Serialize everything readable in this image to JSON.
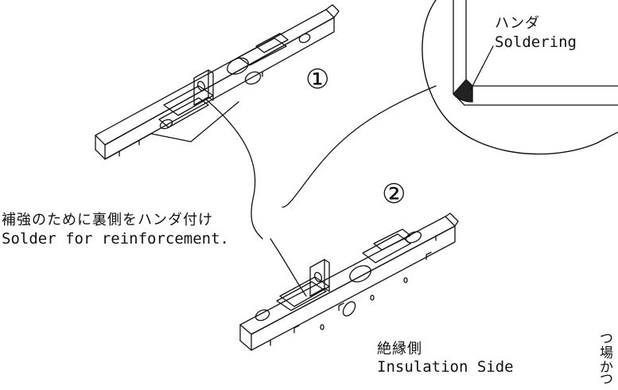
{
  "parts": [
    {
      "marker": "①"
    },
    {
      "marker": "②"
    }
  ],
  "detail": {
    "label_jp": "ハンダ",
    "label_en": "Soldering"
  },
  "annotation": {
    "jp": "補強のために裏側をハンダ付け",
    "en": "Solder for reinforcement."
  },
  "insulation": {
    "jp": "絶縁側",
    "en": "Insulation Side"
  },
  "edge_fragment": {
    "line1": "つ",
    "line2": "場",
    "line3": "か",
    "line4": "つ"
  }
}
